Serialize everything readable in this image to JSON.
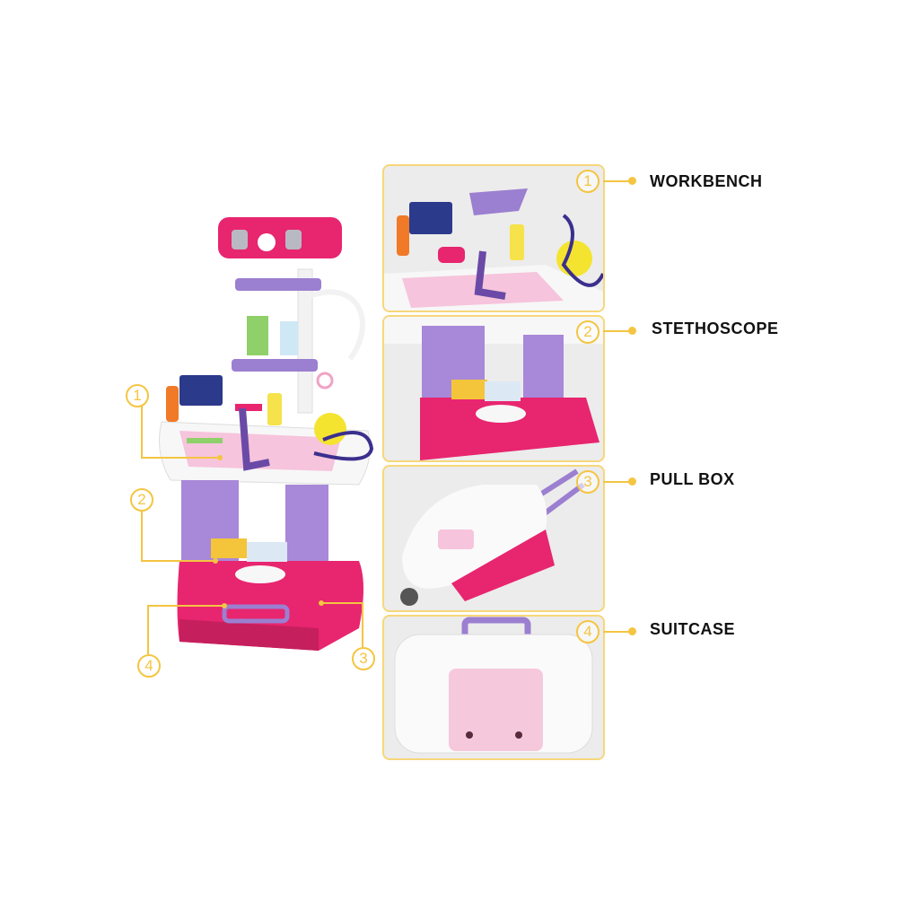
{
  "callouts": [
    {
      "number": "1",
      "label": "WORKBENCH"
    },
    {
      "number": "2",
      "label": "STETHOSCOPE"
    },
    {
      "number": "3",
      "label": "PULL BOX"
    },
    {
      "number": "4",
      "label": "SUITCASE"
    }
  ],
  "colors": {
    "accent": "#f4c542",
    "pink": "#e8256f",
    "purple": "#9b7fd0",
    "panel_bg": "#ececec"
  }
}
